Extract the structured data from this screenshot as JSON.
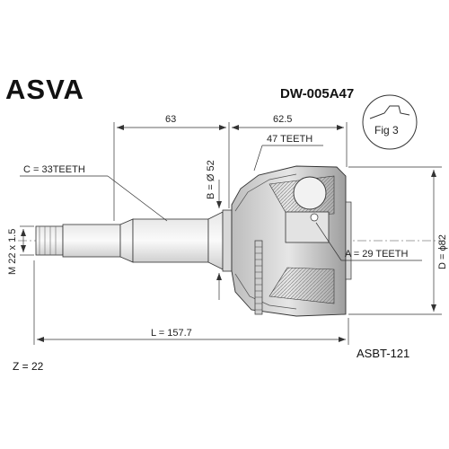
{
  "brand": "ASVA",
  "part_number": "DW-005A47",
  "figure_label": "Fig 3",
  "reference": "ASBT-121",
  "dimensions": {
    "left_length": "63",
    "right_length": "62.5",
    "outer_teeth": "47 TEETH",
    "b_diameter": "B = Ø 52",
    "c_teeth": "C = 33TEETH",
    "thread": "M 22 x 1.5",
    "a_teeth": "A = 29 TEETH",
    "d_diameter": "D = ϕ82",
    "total_length": "L = 157.7",
    "z_value": "Z = 22"
  }
}
